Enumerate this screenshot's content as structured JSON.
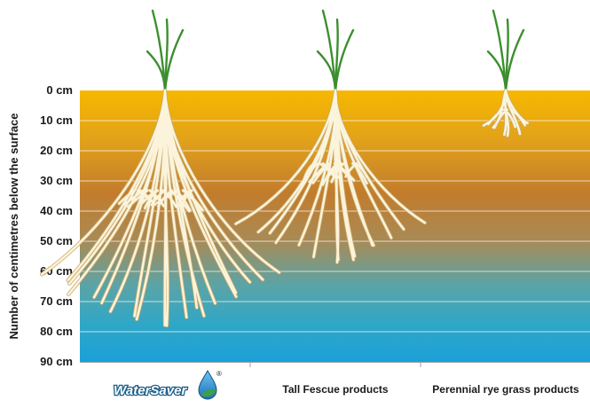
{
  "chart_data": {
    "type": "bar",
    "ylabel": "Number of centimetres below the surface",
    "y_ticks": [
      "0 cm",
      "10 cm",
      "20 cm",
      "30 cm",
      "40 cm",
      "50 cm",
      "60 cm",
      "70 cm",
      "80 cm",
      "90 cm"
    ],
    "ylim": [
      0,
      90
    ],
    "y_inverted": true,
    "categories": [
      {
        "key": "watersaver",
        "label": "WaterSaver",
        "logo": true,
        "registered": "®"
      },
      {
        "key": "tall-fescue",
        "label": "Tall Fescue products"
      },
      {
        "key": "perennial-rye",
        "label": "Perennial rye grass products"
      }
    ],
    "series": [
      {
        "values": [
          78,
          57,
          15
        ]
      }
    ],
    "colors": {
      "soil_top": "#f4b400",
      "soil_mid": "#c07a2a",
      "soil_low": "#3fa9b8",
      "soil_bottom": "#1ba0d8",
      "root": "#fbf3da",
      "root_outline": "#c9a86a",
      "grass": "#3c8f2e",
      "logo_drop": "#2a8fd0",
      "logo_leaf": "#3aa04a"
    }
  }
}
